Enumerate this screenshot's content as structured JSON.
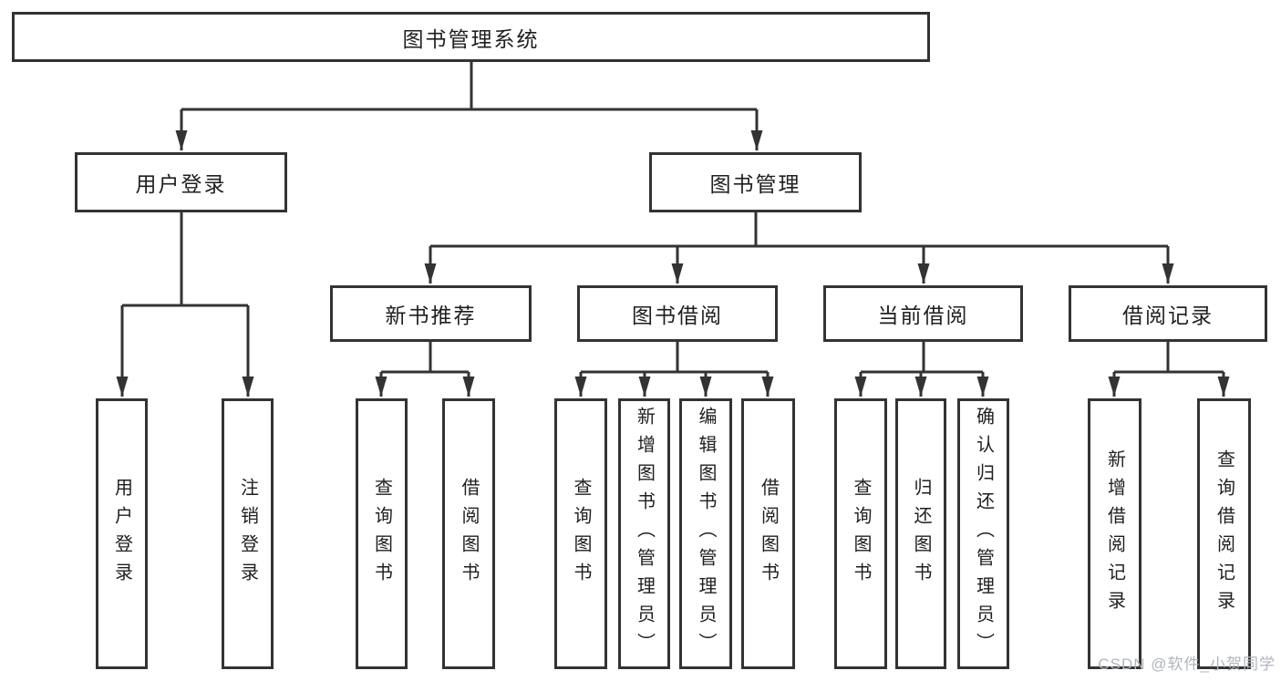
{
  "colors": {
    "background": "#ffffff",
    "border": "#333333",
    "line": "#333333",
    "text": "#1f1f1f",
    "watermark": "#b0b5bb"
  },
  "watermark": "CSDN @软件_小贺同学",
  "tree": {
    "root": {
      "label": "图书管理系统"
    },
    "level2": [
      {
        "label": "用户登录"
      },
      {
        "label": "图书管理"
      }
    ],
    "level3": [
      {
        "label": "新书推荐"
      },
      {
        "label": "图书借阅"
      },
      {
        "label": "当前借阅"
      },
      {
        "label": "借阅记录"
      }
    ],
    "leaves": {
      "user_login": [
        {
          "label": "用户登录"
        },
        {
          "label": "注销登录"
        }
      ],
      "new_book_rec": [
        {
          "label": "查询图书"
        },
        {
          "label": "借阅图书"
        }
      ],
      "book_borrow": [
        {
          "label": "查询图书"
        },
        {
          "label": "新增图书（管理员）"
        },
        {
          "label": "编辑图书（管理员）"
        },
        {
          "label": "借阅图书"
        }
      ],
      "current_borrow": [
        {
          "label": "查询图书"
        },
        {
          "label": "归还图书"
        },
        {
          "label": "确认归还（管理员）"
        }
      ],
      "borrow_records": [
        {
          "label": "新增借阅记录"
        },
        {
          "label": "查询借阅记录"
        }
      ]
    }
  }
}
